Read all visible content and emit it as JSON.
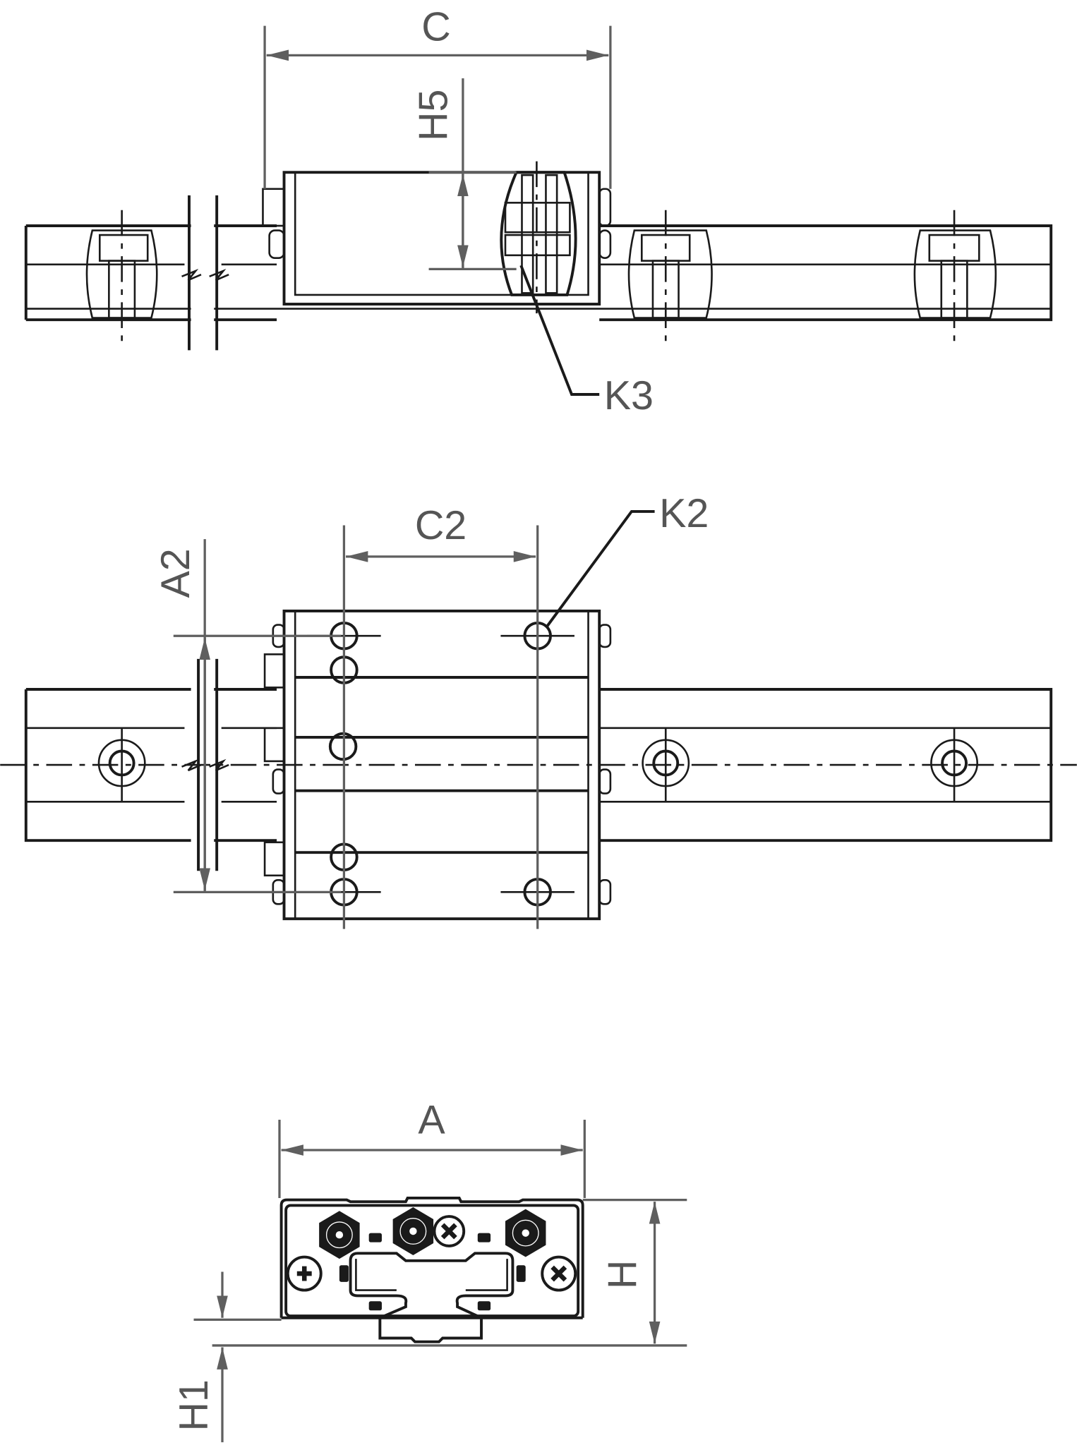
{
  "labels": {
    "C": "C",
    "H5": "H5",
    "K3": "K3",
    "C2": "C2",
    "K2": "K2",
    "A2": "A2",
    "A": "A",
    "H": "H",
    "H1": "H1"
  },
  "colors": {
    "line": "#1a1a1a",
    "dimension": "#5f5f5f",
    "background": "#ffffff"
  }
}
